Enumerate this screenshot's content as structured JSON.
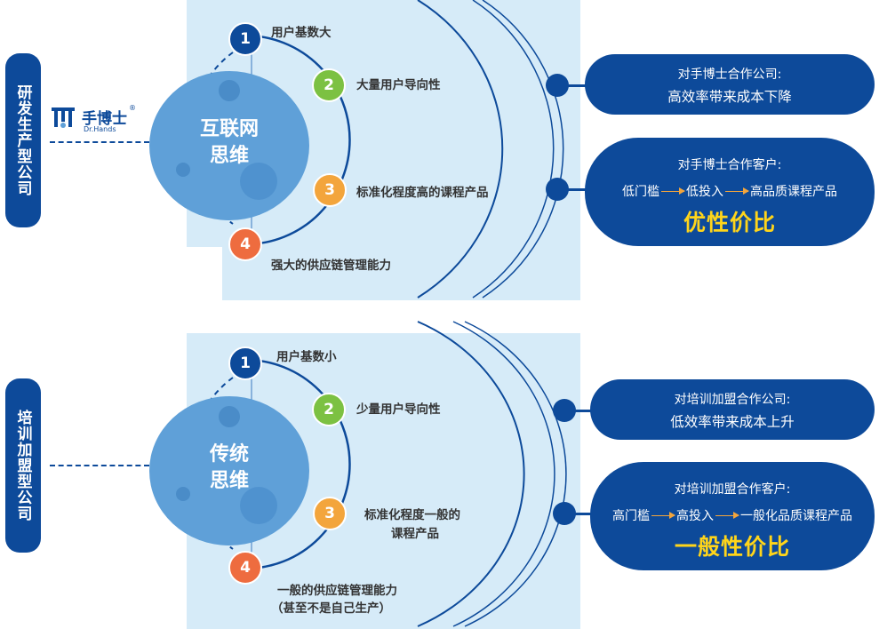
{
  "side_labels": {
    "top": "研发生产型公司",
    "bottom": "培训加盟型公司"
  },
  "logo": {
    "cn": "手博士",
    "en": "Dr.Hands",
    "mark": "®"
  },
  "top": {
    "circle_title": [
      "互联网",
      "思维"
    ],
    "items": [
      "用户基数大",
      "大量用户导向性",
      "标准化程度高的课程产品",
      "强大的供应链管理能力"
    ],
    "company_box": {
      "line1": "对手博士合作公司:",
      "line2": "高效率带来成本下降"
    },
    "customer_box": {
      "line1": "对手博士合作客户:",
      "flow": [
        "低门槛",
        "低投入",
        "高品质课程产品"
      ],
      "highlight": "优性价比"
    }
  },
  "bottom": {
    "circle_title": [
      "传统",
      "思维"
    ],
    "items": [
      "用户基数小",
      "少量用户导向性",
      "标准化程度一般的",
      "课程产品",
      "一般的供应链管理能力",
      "（甚至不是自己生产）"
    ],
    "company_box": {
      "line1": "对培训加盟合作公司:",
      "line2": "低效率带来成本上升"
    },
    "customer_box": {
      "line1": "对培训加盟合作客户:",
      "flow": [
        "高门槛",
        "高投入",
        "一般化品质课程产品"
      ],
      "highlight": "一般性价比"
    }
  },
  "colors": {
    "navy": "#0d4a9a",
    "panel": "#d6ebf8",
    "circle": "#5fa0d8",
    "green": "#7cc142",
    "orange": "#f3a53c",
    "red": "#ee6c3f",
    "yellow": "#ffd51a"
  }
}
